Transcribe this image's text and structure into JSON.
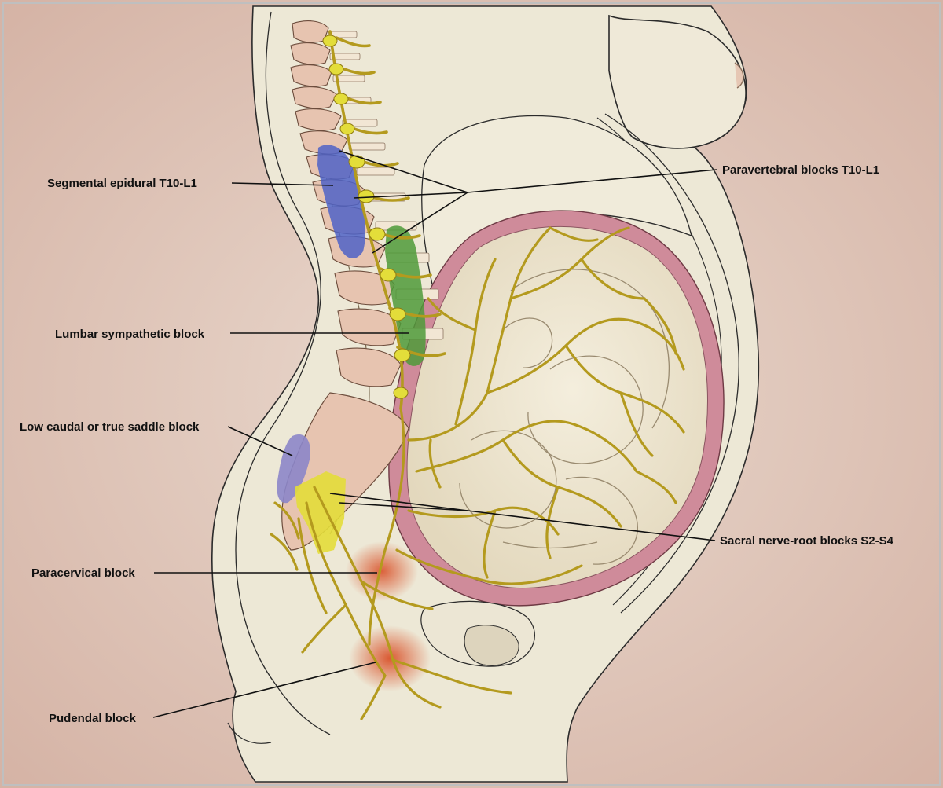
{
  "labels": {
    "segmental_epidural": "Segmental epidural T10-L1",
    "paravertebral": "Paravertebral blocks T10-L1",
    "lumbar_sympathetic": "Lumbar sympathetic block",
    "low_caudal": "Low caudal or true saddle block",
    "sacral_nerve_root": "Sacral nerve-root blocks S2-S4",
    "paracervical": "Paracervical block",
    "pudendal": "Pudendal block"
  },
  "colors": {
    "background": "#d9b9ab",
    "skin": "#ece6d4",
    "nerve": "#b49a1e",
    "nerve_highlight": "#e3dd3a",
    "epidural_zone": "#4f63c7",
    "sympathetic_zone": "#4f9a3a",
    "caudal_zone": "#8c86c9",
    "pudendal_zone": "#d9522a",
    "uterus_wall": "#cf8b9a"
  }
}
